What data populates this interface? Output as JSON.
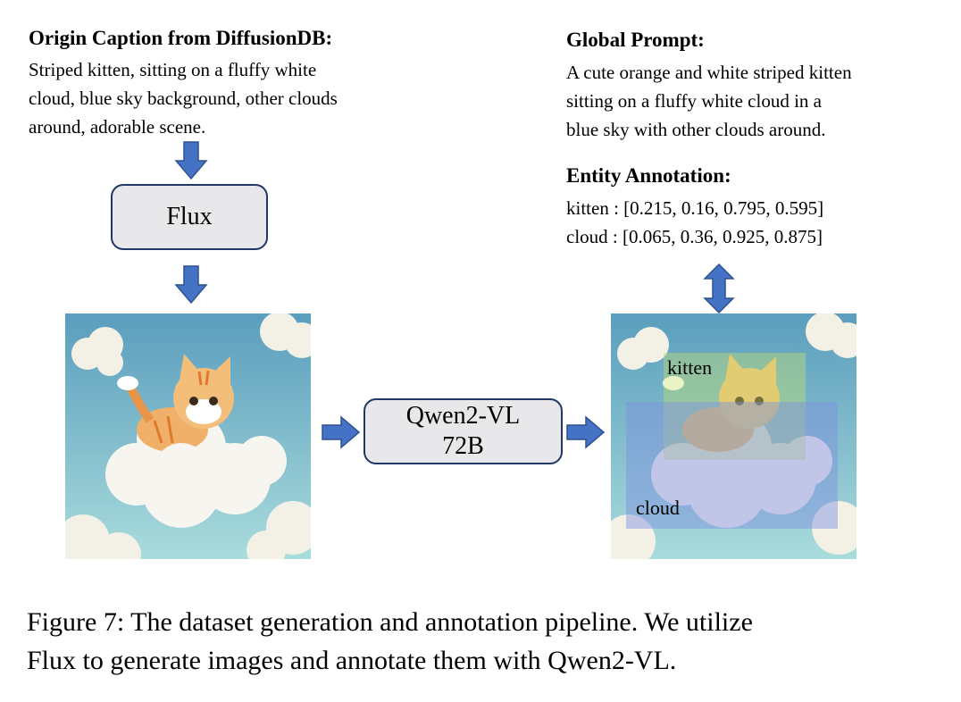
{
  "left": {
    "title": "Origin Caption from DiffusionDB:",
    "lines": [
      "Striped kitten, sitting on a fluffy white",
      "cloud, blue sky background, other clouds",
      "around, adorable scene."
    ]
  },
  "right": {
    "global_title": "Global Prompt:",
    "global_lines": [
      "A cute orange and white striped kitten",
      "sitting on a fluffy white cloud in a",
      "blue sky with other clouds around."
    ],
    "entity_title": "Entity Annotation:",
    "entity_lines": [
      "kitten : [0.215, 0.16, 0.795, 0.595]",
      "cloud : [0.065, 0.36, 0.925, 0.875]"
    ]
  },
  "nodes": {
    "flux": "Flux",
    "qwen_line1": "Qwen2-VL",
    "qwen_line2": "72B"
  },
  "boxes": {
    "kitten": "kitten",
    "cloud": "cloud"
  },
  "caption": [
    "Figure 7: The dataset generation and annotation pipeline. We utilize",
    "Flux to generate images and annotate them with Qwen2-VL."
  ],
  "colors": {
    "arrow": "#4472c4",
    "arrow_border": "#2f528f",
    "box_fill": "#e8e7ea",
    "box_border": "#1f3864"
  }
}
